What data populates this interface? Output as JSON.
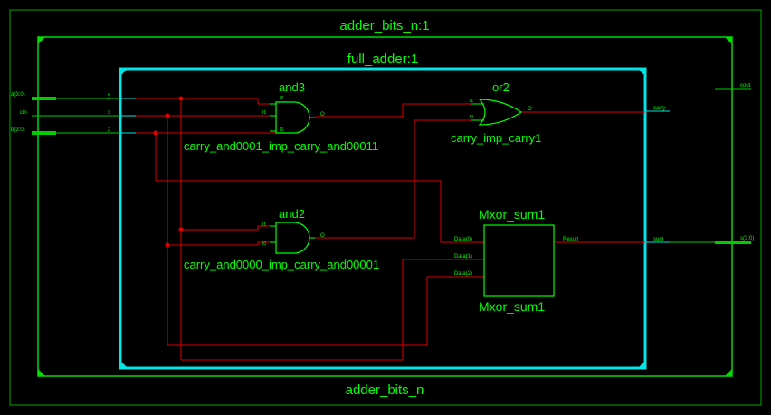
{
  "outer": {
    "title": "adder_bits_n:1",
    "footer": "adder_bits_n"
  },
  "inner": {
    "title": "full_adder:1"
  },
  "ports": {
    "left": [
      "a(3:0)",
      "cin",
      "b(3:0)"
    ],
    "inner_left": [
      "y",
      "x",
      "z"
    ],
    "right_out": [
      "cout",
      "s(3:0)"
    ],
    "inner_right": [
      "carry",
      "sum"
    ]
  },
  "gates": {
    "and3": {
      "type": "and3",
      "instance": "carry_and0001_imp_carry_and00011",
      "pins": [
        "I2",
        "I1",
        "I0"
      ],
      "out": "O"
    },
    "and2": {
      "type": "and2",
      "instance": "carry_and0000_imp_carry_and00001",
      "pins": [
        "I1",
        "I0"
      ],
      "out": "O"
    },
    "or2": {
      "type": "or2",
      "instance": "carry_imp_carry1",
      "pins": [
        "I1",
        "I0"
      ],
      "out": "O"
    },
    "xor": {
      "type": "Mxor_sum1",
      "instance": "Mxor_sum1",
      "pins": [
        "Data(0)",
        "Data(1)",
        "Data(2)"
      ],
      "out": "Result"
    }
  },
  "colors": {
    "outer": "#00dd00",
    "inner": "#00e5e5",
    "wire": "#e00000",
    "text": "#00ff00",
    "bus": "#00cc00"
  }
}
